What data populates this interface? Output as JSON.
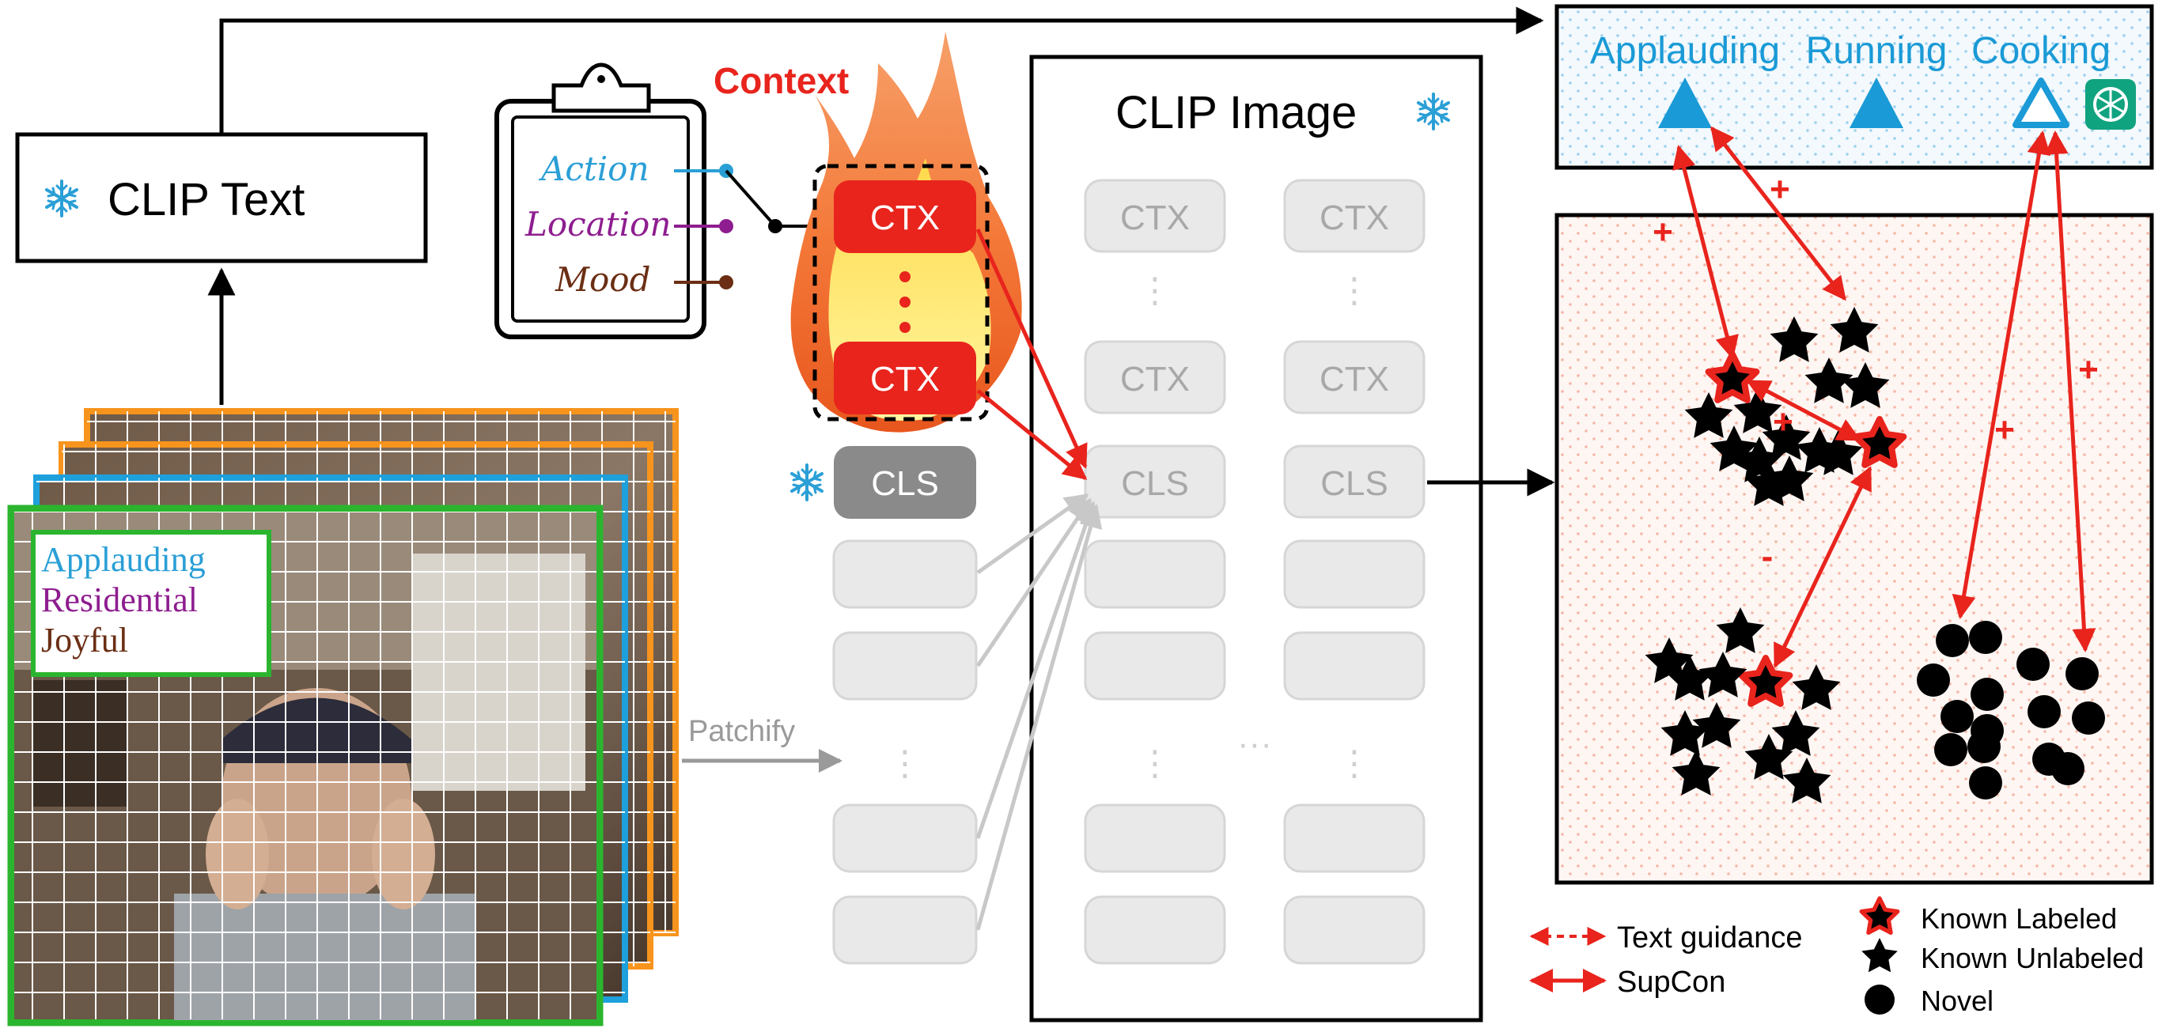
{
  "clip_text": {
    "label": "CLIP Text"
  },
  "clip_image": {
    "label": "CLIP Image"
  },
  "context": {
    "title": "Context",
    "fields": [
      "Action",
      "Location",
      "Mood"
    ],
    "field_colors": [
      "#2a9fd6",
      "#8e1d8f",
      "#6b2e14"
    ]
  },
  "prompt_tokens": {
    "ctx": "CTX",
    "cls": "CLS",
    "dots": "⋮",
    "hdots": "···"
  },
  "patchify": {
    "label": "Patchify"
  },
  "image_labels": [
    {
      "text": "Applauding",
      "color": "#2a9fd6"
    },
    {
      "text": "Residential",
      "color": "#8e1d8f"
    },
    {
      "text": "Joyful",
      "color": "#6b2e14"
    }
  ],
  "classes": [
    {
      "name": "Applauding",
      "type": "filled-triangle"
    },
    {
      "name": "Running",
      "type": "filled-triangle"
    },
    {
      "name": "Cooking",
      "type": "outlined-triangle"
    }
  ],
  "signs": {
    "plus": "+",
    "minus": "-"
  },
  "legend": {
    "text_guidance": "Text guidance",
    "supcon": "SupCon",
    "known_labeled": "Known Labeled",
    "known_unlabeled": "Known Unlabeled",
    "novel": "Novel"
  },
  "colors": {
    "accent_red": "#e8241d",
    "accent_blue": "#1a9ad6",
    "gray_token": "#8a8a8a",
    "faded_token": "#e9e9e9",
    "frame_green": "#2bb52f",
    "frame_blue": "#1ea0dc",
    "frame_orange": "#f7941d"
  }
}
